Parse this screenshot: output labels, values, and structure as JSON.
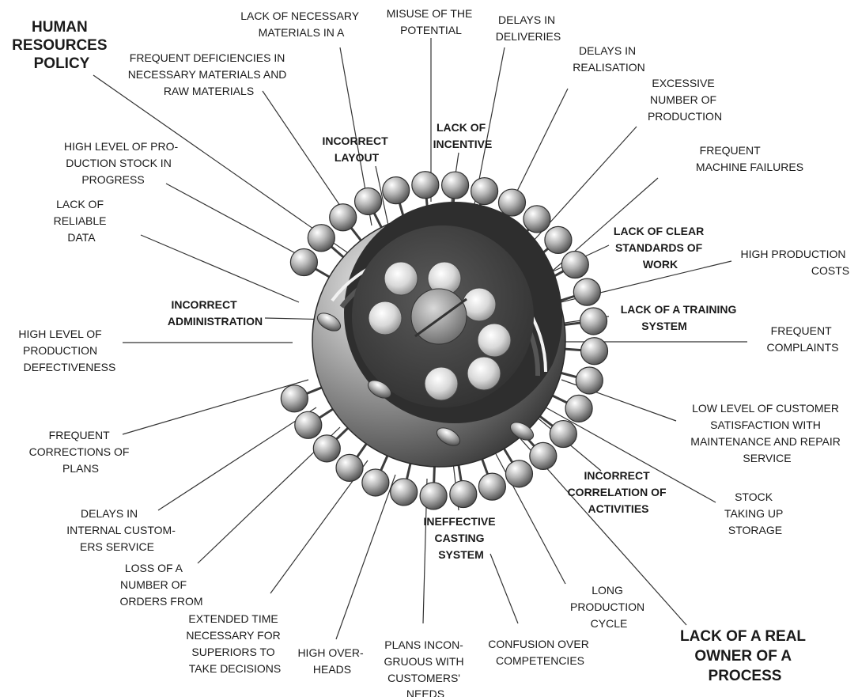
{
  "diagram": {
    "core_label": "",
    "labels": {
      "human_resources_policy": [
        "HUMAN",
        "RESOURCES",
        "POLICY"
      ],
      "lack_of_necessary_materials": [
        "LACK OF NECESSARY",
        "MATERIALS IN A"
      ],
      "misuse_of_potential": [
        "MISUSE OF THE",
        "POTENTIAL"
      ],
      "delays_in_deliveries": [
        "DELAYS IN",
        "DELIVERIES"
      ],
      "delays_in_realisation": [
        "DELAYS IN",
        "REALISATION"
      ],
      "excessive_number_of_production": [
        "EXCESSIVE",
        "NUMBER OF",
        "PRODUCTION"
      ],
      "frequent_deficiencies": [
        "FREQUENT DEFICIENCIES IN",
        "NECESSARY MATERIALS AND",
        "RAW MATERIALS"
      ],
      "frequent_machine_failures": [
        "FREQUENT",
        "MACHINE FAILURES"
      ],
      "high_level_of_production_stock": [
        "HIGH LEVEL OF PRO-",
        "DUCTION STOCK IN",
        "PROGRESS"
      ],
      "incorrect_layout": [
        "INCORRECT",
        "LAYOUT"
      ],
      "lack_of_incentive": [
        "LACK OF",
        "INCENTIVE"
      ],
      "lack_of_reliable_data": [
        "LACK OF",
        "RELIABLE",
        "DATA"
      ],
      "lack_of_clear_standards": [
        "LACK OF CLEAR",
        "STANDARDS OF",
        "WORK"
      ],
      "high_production_costs": [
        "HIGH PRODUCTION",
        "COSTS"
      ],
      "incorrect_administration": [
        "INCORRECT",
        "ADMINISTRATION"
      ],
      "lack_of_training_system": [
        "LACK OF A TRAINING",
        "SYSTEM"
      ],
      "high_level_of_defectiveness": [
        "HIGH LEVEL OF",
        "PRODUCTION",
        "DEFECTIVENESS"
      ],
      "frequent_complaints": [
        "FREQUENT",
        "COMPLAINTS"
      ],
      "low_level_of_customer_satisfaction": [
        "LOW LEVEL OF CUSTOMER",
        "SATISFACTION WITH",
        "MAINTENANCE AND REPAIR",
        "SERVICE"
      ],
      "frequent_corrections_of_plans": [
        "FREQUENT",
        "CORRECTIONS OF",
        "PLANS"
      ],
      "incorrect_correlation": [
        "INCORRECT",
        "CORRELATION OF",
        "ACTIVITIES"
      ],
      "stock_taking_up_storage": [
        "STOCK",
        "TAKING UP",
        "STORAGE"
      ],
      "delays_in_internal_service": [
        "DELAYS IN",
        "INTERNAL CUSTOM-",
        "ERS SERVICE"
      ],
      "ineffective_casting_system": [
        "INEFFECTIVE",
        "CASTING",
        "SYSTEM"
      ],
      "loss_of_orders": [
        "LOSS OF A",
        "NUMBER OF",
        "ORDERS FROM"
      ],
      "long_production_cycle": [
        "LONG",
        "PRODUCTION",
        "CYCLE"
      ],
      "extended_time_for_decisions": [
        "EXTENDED TIME",
        "NECESSARY FOR",
        "SUPERIORS TO",
        "TAKE DECISIONS"
      ],
      "high_overheads": [
        "HIGH OVER-",
        "HEADS"
      ],
      "plans_incongruous": [
        "PLANS INCON-",
        "GRUOUS WITH",
        "CUSTOMERS'",
        "NEEDS"
      ],
      "confusion_over_competencies": [
        "CONFUSION OVER",
        "COMPETENCIES"
      ],
      "lack_of_real_owner": [
        "LACK OF A REAL",
        "OWNER OF A",
        "PROCESS"
      ]
    }
  }
}
